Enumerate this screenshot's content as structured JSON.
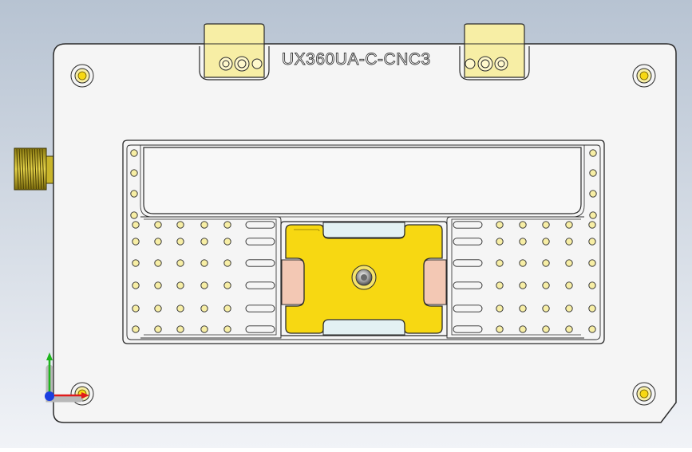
{
  "window": {
    "background_top": "#b7c3d2",
    "background_bottom": "#f1f3f7"
  },
  "part": {
    "engraving": "UX360UA-C-CNC3",
    "plate_color": "#f5f5f5",
    "edge_color": "#2b2b2b",
    "brass_color": "#f7eea5",
    "gold_color": "#f7d812",
    "pad_color": "#f3c8b4",
    "glass_color": "#e3f1f3"
  },
  "triad": {
    "axes": [
      "x",
      "y",
      "z"
    ],
    "colors": {
      "x": "#e01b1b",
      "y": "#1db51d",
      "z": "#1b3fe0"
    }
  }
}
